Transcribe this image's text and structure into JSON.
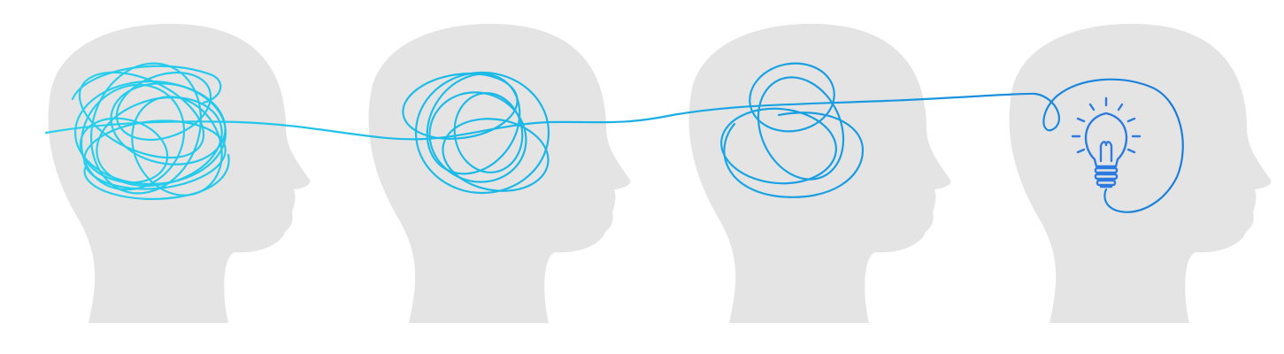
{
  "colors": {
    "background": "#ffffff",
    "head_silhouette": "#e4e4e4",
    "thread_start": "#2ad4ee",
    "thread_mid": "#19b4e6",
    "thread_end": "#1d74d8",
    "bulb_icon": "#2d7be0"
  },
  "scene": {
    "head_count": 4,
    "icons": [
      "head-silhouette",
      "tangled-thread",
      "lightbulb-icon"
    ]
  }
}
